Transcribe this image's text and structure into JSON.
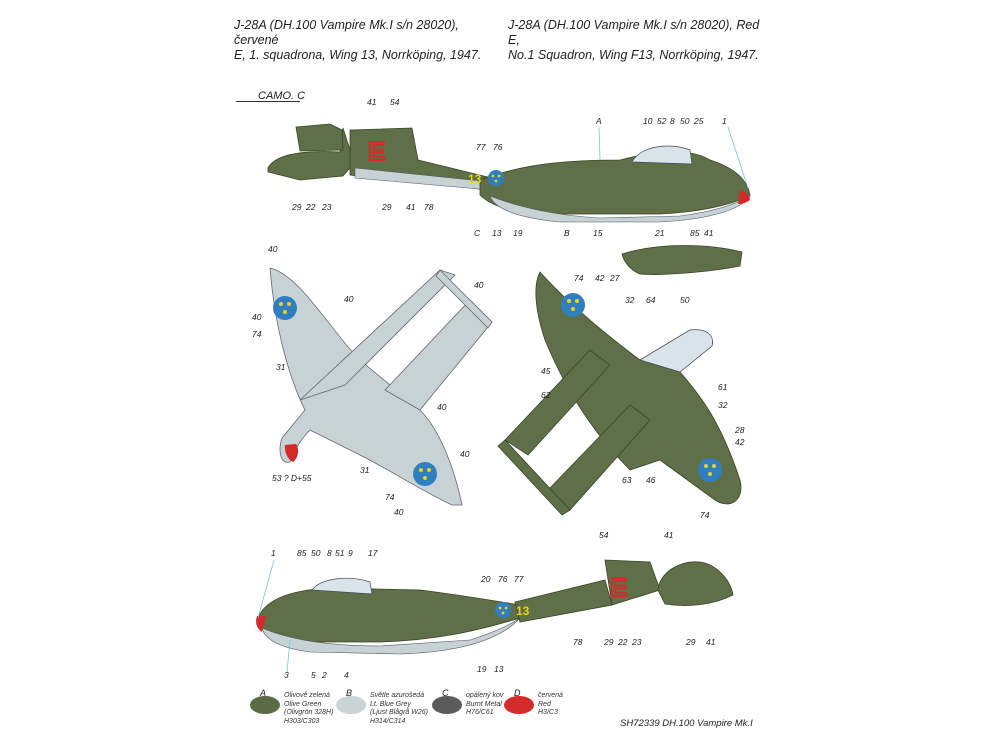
{
  "caption_cz": "J-28A (DH.100 Vampire Mk.I s/n 28020), červené\nE, 1. squadrona, Wing 13, Norrköping, 1947.",
  "caption_en": "J-28A (DH.100 Vampire Mk.I s/n 28020), Red E,\nNo.1 Squadron, Wing F13, Norrköping, 1947.",
  "camo_label": "CAMO. C",
  "markings": {
    "fin_letter": "E",
    "squadron_code": "13"
  },
  "callouts": {
    "top_side": [
      "41",
      "54",
      "77",
      "76",
      "A",
      "10",
      "52",
      "8",
      "50",
      "25",
      "1",
      "29",
      "22",
      "23",
      "29",
      "41",
      "78",
      "C",
      "13",
      "19",
      "B",
      "15",
      "21",
      "85",
      "41"
    ],
    "underside": [
      "40",
      "40",
      "74",
      "40",
      "31",
      "40",
      "53 ? D+55",
      "31",
      "74",
      "40",
      "40",
      "40"
    ],
    "topside": [
      "74",
      "42",
      "27",
      "32",
      "64",
      "50",
      "45",
      "62",
      "61",
      "32",
      "28",
      "42",
      "63",
      "46",
      "74"
    ],
    "bottom_side": [
      "1",
      "85",
      "50",
      "8",
      "51",
      "9",
      "17",
      "54",
      "20",
      "76",
      "77",
      "41",
      "3",
      "5",
      "2",
      "4",
      "19",
      "13",
      "78",
      "29",
      "22",
      "23",
      "29",
      "41"
    ]
  },
  "legend": [
    {
      "letter": "A",
      "cz": "Olivově zelená",
      "en": "Olive Green",
      "code": "(Olivgrön 328H)",
      "ref": "H303/C303",
      "color": "#5a6b45"
    },
    {
      "letter": "B",
      "cz": "Světle azurošedá",
      "en": "Lt. Blue Grey",
      "code": "(Ljust Blågrå W26)",
      "ref": "H314/C314",
      "color": "#c8d4d6"
    },
    {
      "letter": "C",
      "cz": "opálený kov",
      "en": "Burnt Metal",
      "code": "H76/C61",
      "ref": "",
      "color": "#5b5b5b"
    },
    {
      "letter": "D",
      "cz": "červená",
      "en": "Red",
      "code": "H3/C3",
      "ref": "",
      "color": "#d52a2a"
    }
  ],
  "footer": "SH72339 DH.100 Vampire Mk.I",
  "colors": {
    "olive": "#5f7048",
    "grey": "#c6d2d4",
    "red": "#d52a2a",
    "yellow": "#e8d21e",
    "blue": "#2f7fc0",
    "leader": "#7cc2e6"
  }
}
